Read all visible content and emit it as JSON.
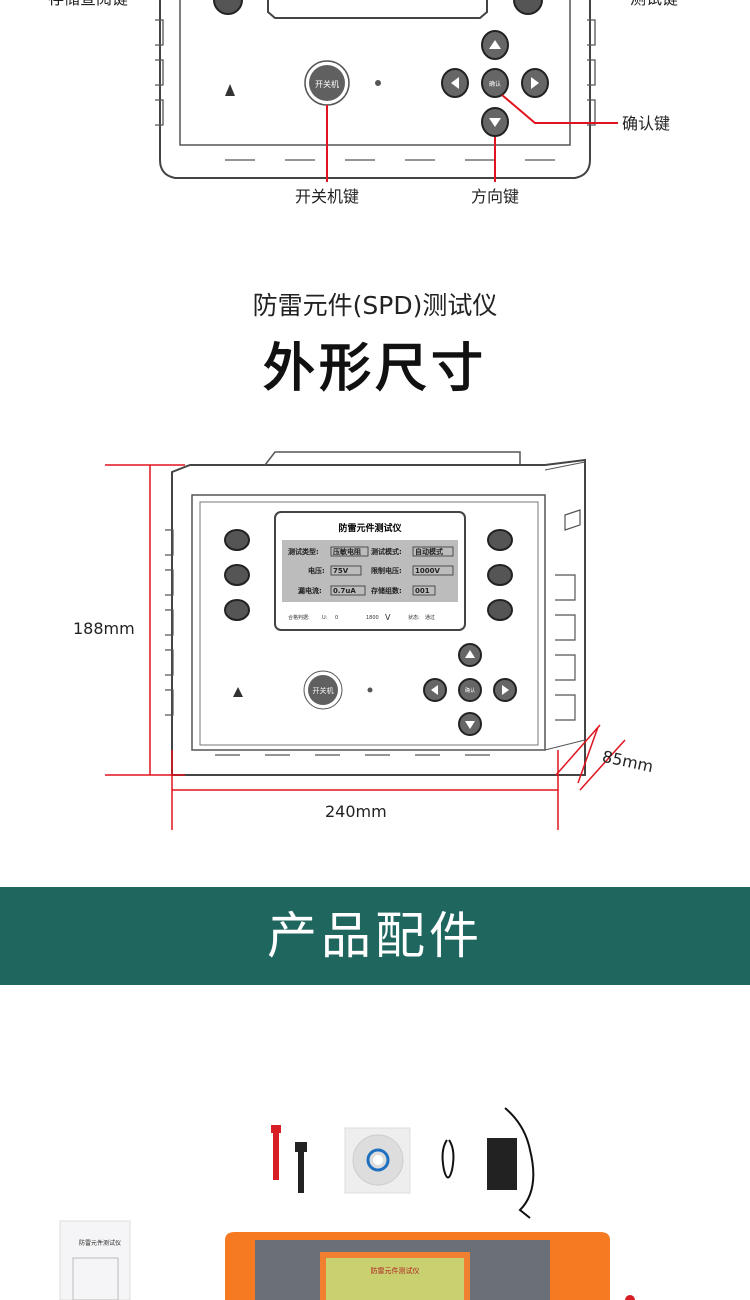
{
  "top_diagram": {
    "labels": {
      "storage_key_partial": "存储查阅键",
      "test_key_partial": "测试键",
      "confirm_key": "确认键",
      "power_key": "开关机键",
      "direction_key": "方向键"
    },
    "buttons": {
      "power": "开关机",
      "confirm": "确认"
    }
  },
  "heading": {
    "subtitle": "防雷元件(SPD)测试仪",
    "title": "外形尺寸"
  },
  "device": {
    "screen_title": "防雷元件测试仪",
    "rows": [
      {
        "label": "测试类型:",
        "value": "压敏电阻",
        "label2": "测试模式:",
        "value2": "自动模式"
      },
      {
        "label": "电压:",
        "value": "75V",
        "label2": "限制电压:",
        "value2": "1000V"
      },
      {
        "label": "漏电流:",
        "value": "0.7uA",
        "label2": "存储组数:",
        "value2": "001"
      }
    ],
    "footer": {
      "judge": "合格判据:",
      "u": "U:",
      "u_min": "0",
      "u_max": "1800",
      "unit": "V",
      "status": "状态:",
      "status_value": "通过"
    },
    "power_button": "开关机",
    "confirm_button": "确认"
  },
  "dimensions": {
    "height": "188mm",
    "width": "240mm",
    "depth": "85mm"
  },
  "accessories": {
    "heading": "产品配件",
    "manual_title": "防雷元件测试仪",
    "device_screen_title": "防雷元件测试仪"
  },
  "colors": {
    "accent_red": "#e0141e",
    "band_green": "#1f665f",
    "case_orange": "#f57a22"
  }
}
